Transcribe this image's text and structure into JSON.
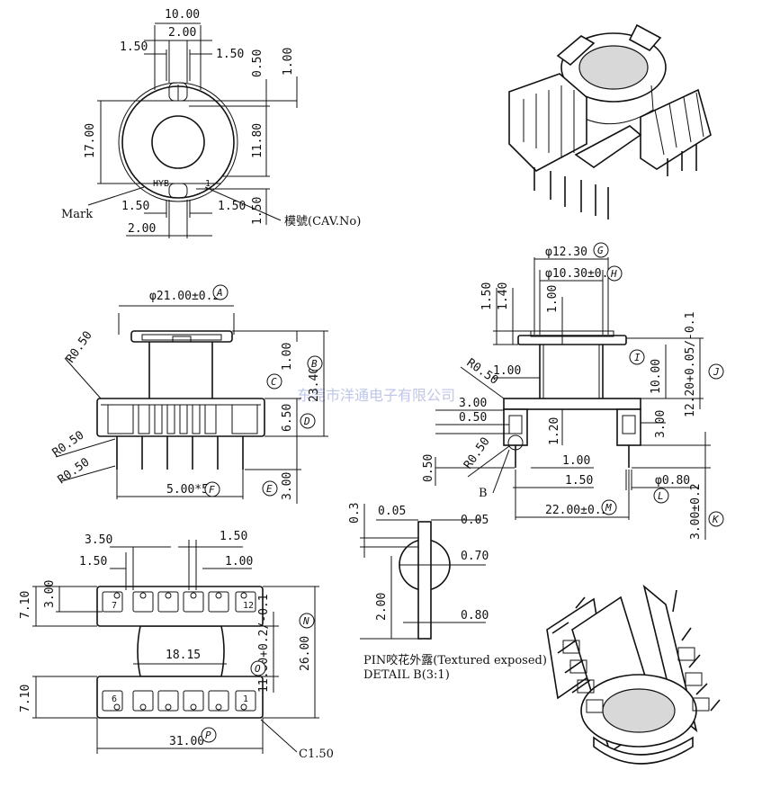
{
  "watermark": "东莞市洋通电子有限公司",
  "top_view": {
    "dims": {
      "d10_00": "10.00",
      "d2_00_top": "2.00",
      "d1_50_tl": "1.50",
      "d1_50_tr": "1.50",
      "d0_50": "0.50",
      "d1_00": "1.00",
      "d17_00": "17.00",
      "d11_80": "11.80",
      "d1_50_bl": "1.50",
      "d1_50_br": "1.50",
      "d1_50_bv": "1.50",
      "d2_00_bot": "2.00"
    },
    "mark_label": "Mark",
    "cav_label": "模號(CAV.No)",
    "body_text": "HYB",
    "pin_mark": "1"
  },
  "front_view": {
    "dims": {
      "dia21": "φ21.00±0.2",
      "r050_a": "R0.50",
      "r050_b": "R0.50",
      "r050_c": "R0.50",
      "d1_00": "1.00",
      "d23_40": "23.40",
      "d6_50": "6.50",
      "d3_00": "3.00",
      "pitch": "5.00*5"
    },
    "balloons": {
      "A": "A",
      "B": "B",
      "C": "C",
      "D": "D",
      "E": "E",
      "F": "F"
    }
  },
  "side_view": {
    "dims": {
      "dia12_30": "φ12.30",
      "dia10_30": "φ10.30±0.1",
      "d1_50": "1.50",
      "d1_40": "1.40",
      "d1_00_v": "1.00",
      "r050_a": "R0.50",
      "d1_00_h": "1.00",
      "d10_00": "10.00",
      "d12_20": "12.20+0.05/-0.1",
      "d3_00_h": "3.00",
      "d0_50_h": "0.50",
      "d3_00_v": "3.00",
      "d1_20": "1.20",
      "r050_b": "R0.50",
      "d0_50_v": "0.50",
      "d1_00_b": "1.00",
      "d1_50_b": "1.50",
      "dia0_80": "φ0.80",
      "d22_00": "22.00±0.2",
      "d3_00_k": "3.00±0.2",
      "b_label": "B"
    },
    "balloons": {
      "G": "G",
      "H": "H",
      "I": "I",
      "J": "J",
      "K": "K",
      "L": "L",
      "M": "M"
    }
  },
  "detail_b": {
    "dims": {
      "d0_3": "0.3",
      "d0_05_l": "0.05",
      "d0_05_r": "0.05",
      "d0_70": "0.70",
      "d2_00": "2.00",
      "d0_80": "0.80"
    },
    "caption_line1": "PIN咬花外露(Textured exposed)",
    "caption_line2": "DETAIL B(3:1)"
  },
  "bottom_view": {
    "dims": {
      "d3_50": "3.50",
      "d1_50_a": "1.50",
      "d1_50_b": "1.50",
      "d1_00": "1.00",
      "d7_10_t": "7.10",
      "d3_00": "3.00",
      "d18_15": "18.15",
      "d11_80": "11.80+0.2/-0.1",
      "d26_00": "26.00",
      "d7_10_b": "7.10",
      "d31_00": "31.00",
      "c1_50": "C1.50"
    },
    "pin_numbers": {
      "p7": "7",
      "p12": "12",
      "p6": "6",
      "p1": "1"
    },
    "balloons": {
      "N": "N",
      "O": "O",
      "P": "P"
    }
  }
}
